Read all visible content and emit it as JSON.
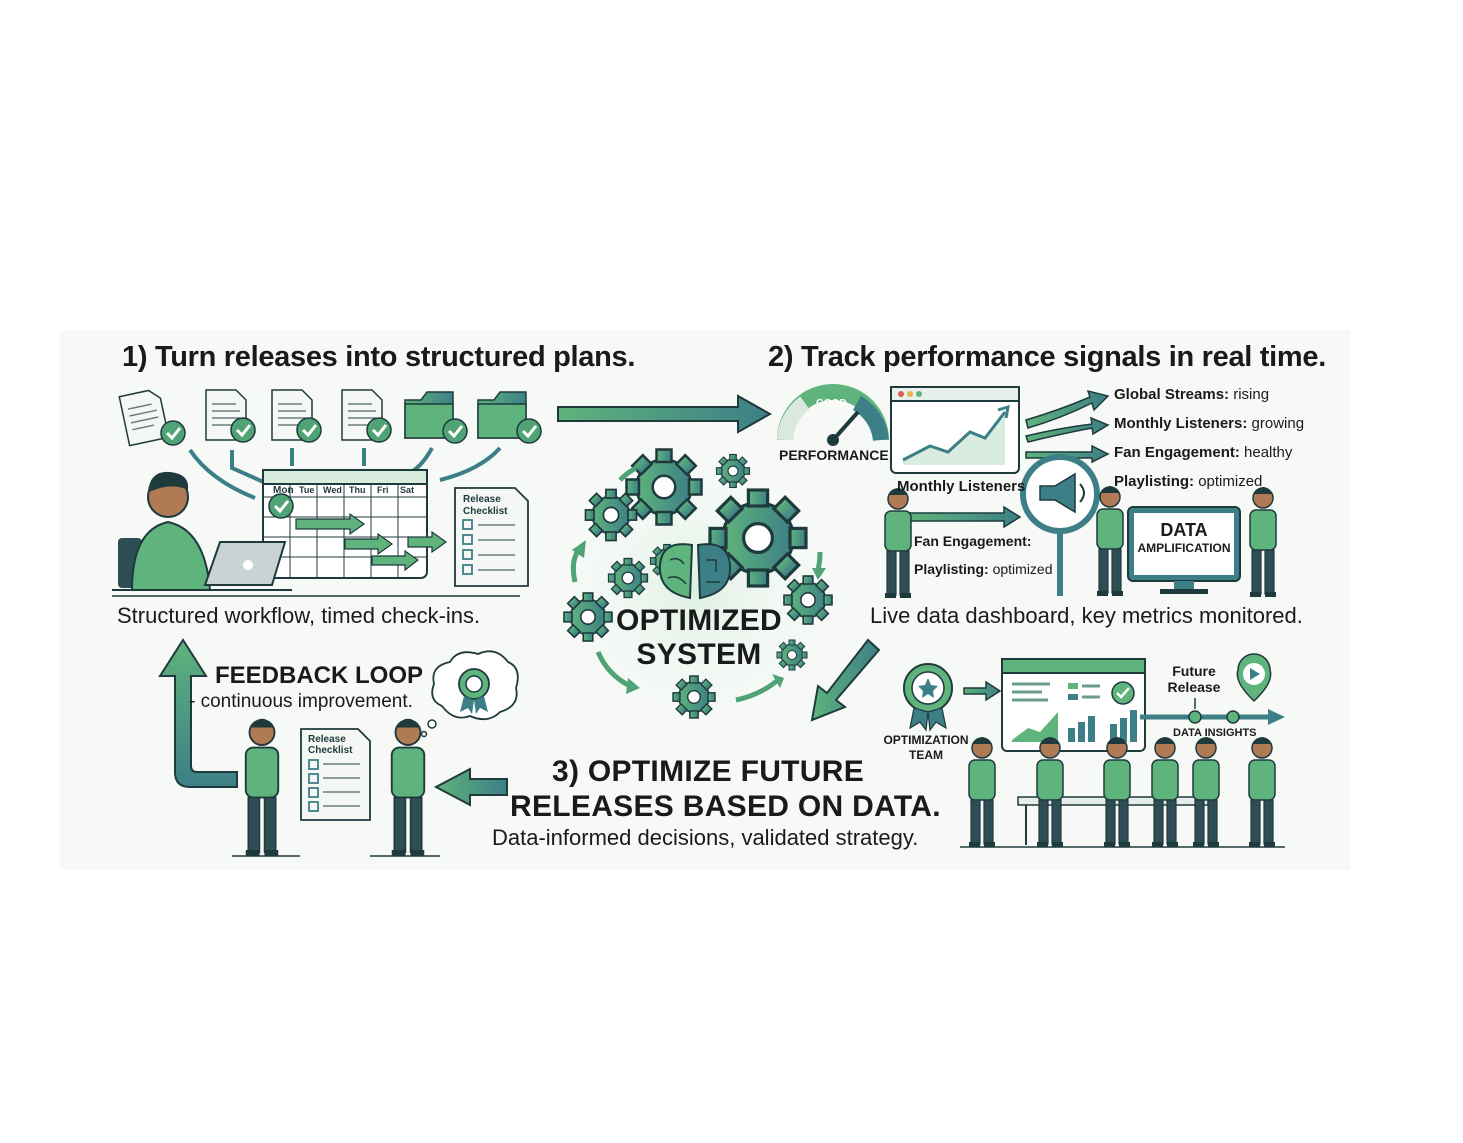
{
  "section1": {
    "heading": "1) Turn releases into structured plans.",
    "caption": "Structured workflow, timed check-ins.",
    "calendar_days": [
      "Mon",
      "Tue",
      "Wed",
      "Thu",
      "Fri",
      "Sat"
    ],
    "checklist_title_1": "Release",
    "checklist_title_2": "Checklist"
  },
  "section2": {
    "heading": "2) Track performance signals in real time.",
    "caption": "Live data dashboard, key metrics monitored.",
    "gauge_label": "GOOD",
    "gauge_caption": "PERFORMANCE",
    "monthly_listeners_label": "Monthly Listeners",
    "metrics": [
      {
        "name": "Global Streams:",
        "status": "rising"
      },
      {
        "name": "Monthly Listeners:",
        "status": "growing"
      },
      {
        "name": "Fan Engagement:",
        "status": "healthy"
      },
      {
        "name": "Playlisting:",
        "status": "optimized"
      }
    ],
    "fan_engagement_label": "Fan Engagement:",
    "playlisting_label": "Playlisting:",
    "playlisting_value": "optimized",
    "monitor_line1": "DATA",
    "monitor_line2": "AMPLIFICATION"
  },
  "center": {
    "line1": "OPTIMIZED",
    "line2": "SYSTEM"
  },
  "feedback": {
    "title": "FEEDBACK LOOP",
    "subtitle": "- continuous improvement.",
    "checklist_title_1": "Release",
    "checklist_title_2": "Checklist"
  },
  "section3": {
    "heading_line1": "3) OPTIMIZE FUTURE",
    "heading_line2": "RELEASES BASED ON DATA.",
    "caption": "Data-informed decisions, validated strategy.",
    "team_line1": "OPTIMIZATION",
    "team_line2": "TEAM",
    "future_line1": "Future",
    "future_line2": "Release",
    "insights": "DATA INSIGHTS"
  },
  "colors": {
    "teal": "#3d7f86",
    "green": "#5fb37c",
    "dark": "#1f3a3d",
    "light_bg": "#eef6ef"
  }
}
